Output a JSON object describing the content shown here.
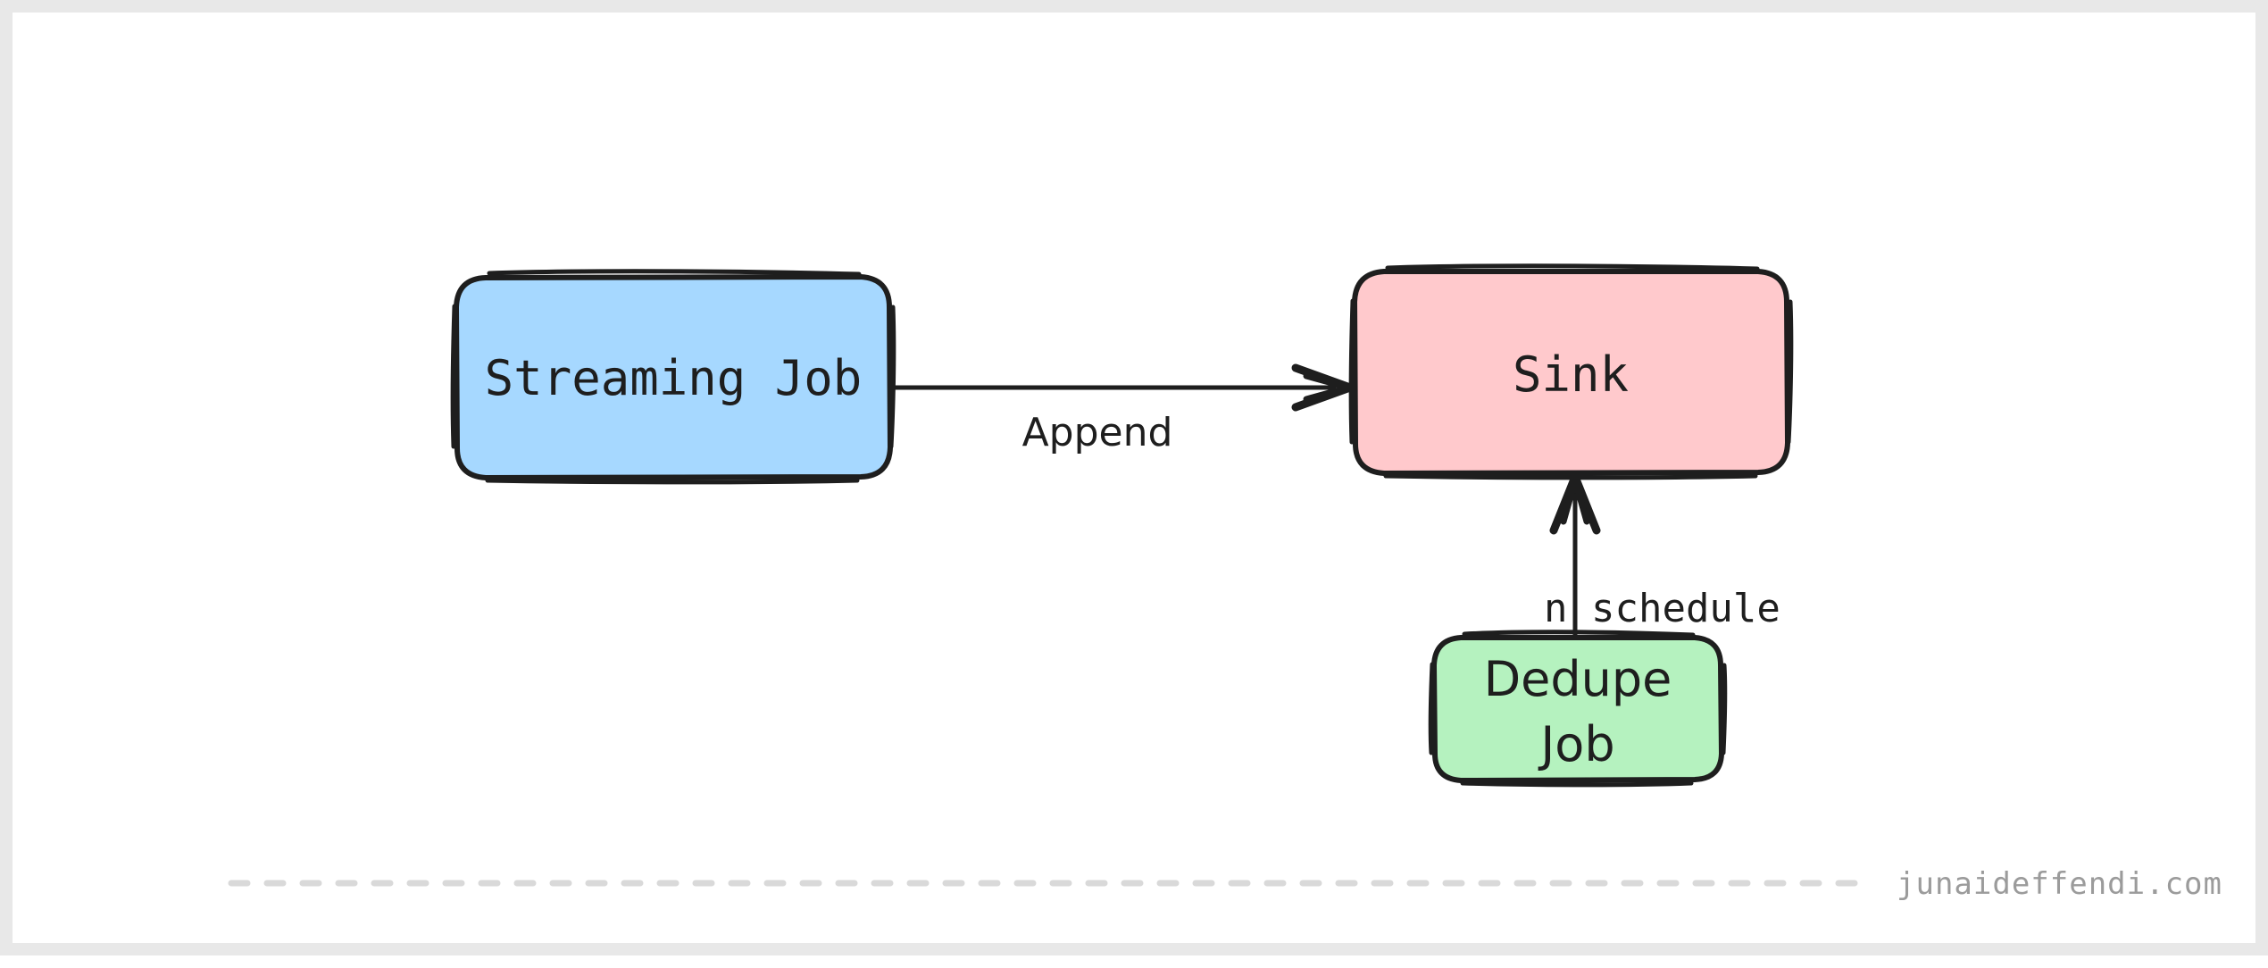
{
  "diagram": {
    "title": "Streaming append with scheduled dedupe",
    "background_color": "#ffffff",
    "frame_border_color": "#e8e8e8",
    "stroke_color": "#1e1e1e",
    "nodes": [
      {
        "id": "streaming-job",
        "label": "Streaming Job",
        "fill": "#a6d8ff",
        "stroke": "#1e1e1e",
        "shape": "rounded-rectangle",
        "font": "mono"
      },
      {
        "id": "sink",
        "label": "Sink",
        "fill": "#ffc9cc",
        "stroke": "#1e1e1e",
        "shape": "rounded-rectangle",
        "font": "mono"
      },
      {
        "id": "dedupe-job",
        "label_line1": "Dedupe",
        "label_line2": "Job",
        "fill": "#b5f2bf",
        "stroke": "#1e1e1e",
        "shape": "rounded-rectangle",
        "font": "sans"
      }
    ],
    "edges": [
      {
        "id": "streaming-to-sink",
        "from": "streaming-job",
        "to": "sink",
        "label": "Append",
        "direction": "right",
        "arrowhead": "open"
      },
      {
        "id": "dedupe-to-sink",
        "from": "dedupe-job",
        "to": "sink",
        "label": "n schedule",
        "direction": "up",
        "arrowhead": "open"
      }
    ]
  },
  "watermark": {
    "text": "junaideffendi.com",
    "color": "#9b9b9b",
    "rule_color": "#d9d9d9",
    "rule_style": "dashed"
  }
}
